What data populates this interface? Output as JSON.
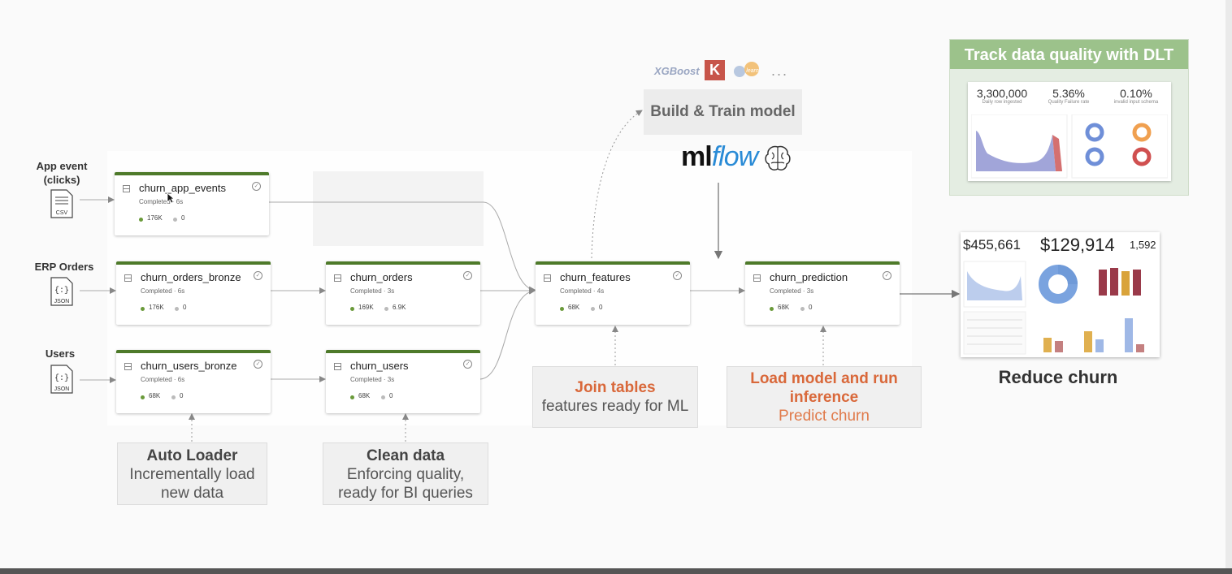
{
  "sources": [
    {
      "label_line1": "App event",
      "label_line2": "(clicks)",
      "file_type": "CSV"
    },
    {
      "label_line1": "ERP Orders",
      "label_line2": "",
      "file_type": "JSON"
    },
    {
      "label_line1": "Users",
      "label_line2": "",
      "file_type": "JSON"
    }
  ],
  "nodes": {
    "app_events": {
      "name": "churn_app_events",
      "status": "Completed · 6s",
      "m1": "176K",
      "m2": "0"
    },
    "orders_bronze": {
      "name": "churn_orders_bronze",
      "status": "Completed · 6s",
      "m1": "176K",
      "m2": "0"
    },
    "users_bronze": {
      "name": "churn_users_bronze",
      "status": "Completed · 6s",
      "m1": "68K",
      "m2": "0"
    },
    "orders": {
      "name": "churn_orders",
      "status": "Completed · 3s",
      "m1": "169K",
      "m2": "6.9K"
    },
    "users": {
      "name": "churn_users",
      "status": "Completed · 3s",
      "m1": "68K",
      "m2": "0"
    },
    "features": {
      "name": "churn_features",
      "status": "Completed · 4s",
      "m1": "68K",
      "m2": "0"
    },
    "prediction": {
      "name": "churn_prediction",
      "status": "Completed · 3s",
      "m1": "68K",
      "m2": "0"
    }
  },
  "callouts": {
    "auto_loader": {
      "title": "Auto Loader",
      "line1": "Incrementally load",
      "line2": "new data"
    },
    "clean_data": {
      "title": "Clean data",
      "line1": "Enforcing quality,",
      "line2": "ready for BI queries"
    },
    "join_tables": {
      "title": "Join tables",
      "line1": "features ready for ML"
    },
    "load_model": {
      "title_line1": "Load model and run",
      "title_line2": "inference",
      "line1": "Predict churn"
    }
  },
  "ml": {
    "libs": {
      "xgboost": "XGBoost",
      "keras": "K",
      "sklearn": "learn",
      "more": "..."
    },
    "build_label": "Build & Train model",
    "mlflow_ml": "ml",
    "mlflow_flow": "flow"
  },
  "dlt": {
    "title": "Track data quality with DLT",
    "kpis": [
      {
        "value": "3,300,000",
        "label": "Daily row ingested"
      },
      {
        "value": "5.36%",
        "label": "Quality Failure rate"
      },
      {
        "value": "0.10%",
        "label": "invalid input schema"
      }
    ]
  },
  "churn_dashboard": {
    "value1": "$455,661",
    "value2": "$129,914",
    "value3": "1,592",
    "caption": "Reduce churn"
  },
  "colors": {
    "node_bar": "#4e7a2a",
    "accent_orange": "#d9683a",
    "dlt_header": "#9cc28b",
    "mlflow_blue": "#2a8bd6"
  }
}
